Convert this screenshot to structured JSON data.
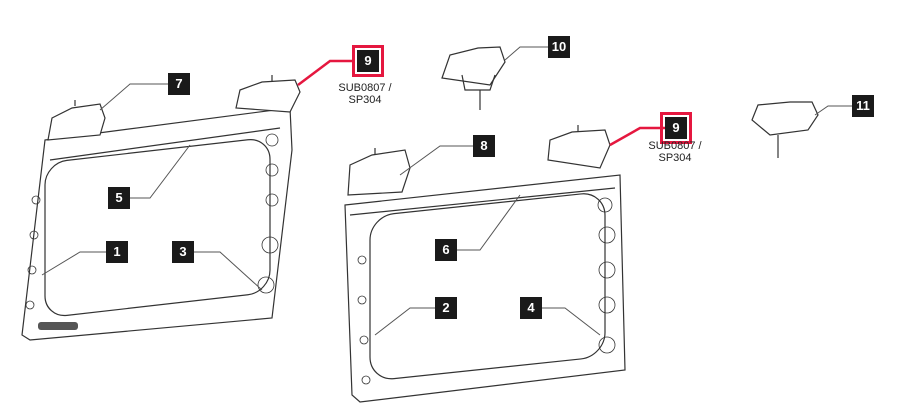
{
  "callouts": [
    {
      "id": "c7",
      "label": "7"
    },
    {
      "id": "c9a",
      "label": "9",
      "highlight": true
    },
    {
      "id": "c10",
      "label": "10"
    },
    {
      "id": "c11",
      "label": "11"
    },
    {
      "id": "c8",
      "label": "8"
    },
    {
      "id": "c9b",
      "label": "9",
      "highlight": true
    },
    {
      "id": "c5",
      "label": "5"
    },
    {
      "id": "c1",
      "label": "1"
    },
    {
      "id": "c3",
      "label": "3"
    },
    {
      "id": "c6",
      "label": "6"
    },
    {
      "id": "c2",
      "label": "2"
    },
    {
      "id": "c4",
      "label": "4"
    }
  ],
  "part_numbers": {
    "left": {
      "line1": "SUB0807 /",
      "line2": "SP304"
    },
    "right": {
      "line1": "SUB0807 /",
      "line2": "SP304"
    }
  },
  "colors": {
    "highlight": "#e5173f",
    "callout_bg": "#1a1a1a",
    "line": "#333333"
  }
}
